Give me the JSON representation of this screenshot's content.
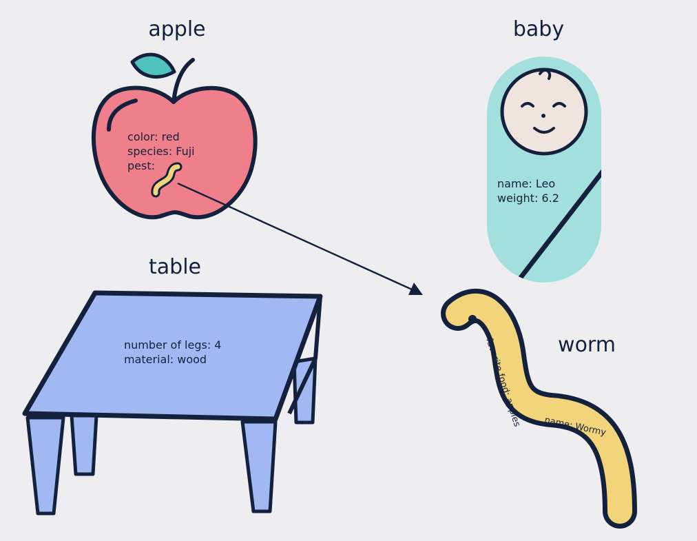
{
  "colors": {
    "background": "#eeeef0",
    "outline": "#14213d",
    "apple": "#f07f8c",
    "leaf": "#4fc2bf",
    "baby_blanket": "#a3e0dd",
    "baby_face": "#efe5de",
    "table": "#a1b8f2",
    "worm": "#f2d57a"
  },
  "objects": {
    "apple": {
      "title": "apple",
      "attributes": [
        "color: red",
        "species: Fuji",
        "pest:"
      ],
      "icon": "apple-icon"
    },
    "baby": {
      "title": "baby",
      "attributes": [
        "name: Leo",
        "weight: 6.2"
      ],
      "icon": "baby-icon"
    },
    "table": {
      "title": "table",
      "attributes": [
        "number of legs: 4",
        "material: wood"
      ],
      "icon": "table-icon"
    },
    "worm": {
      "title": "worm",
      "attributes": [
        "favorite food: apples",
        "name: Wormy"
      ],
      "icon": "worm-icon"
    }
  },
  "references": [
    {
      "from": "apple.pest",
      "to": "worm",
      "icon": "arrow-icon"
    }
  ]
}
